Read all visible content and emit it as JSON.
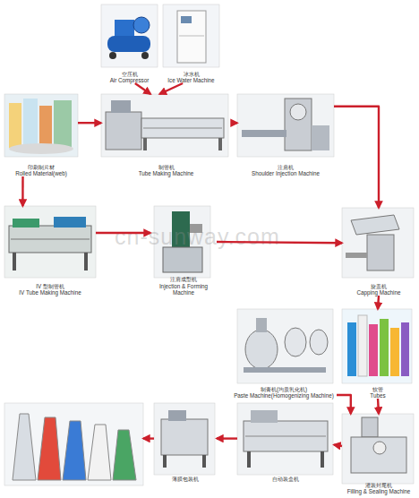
{
  "diagram": {
    "nodes": [
      {
        "text": [
          "空压机",
          "Air Compressor"
        ]
      },
      {
        "text": [
          "冰水机",
          "Ice Water Machine"
        ]
      },
      {
        "text": [
          "印刷制片材",
          "Rolled Material(web)"
        ]
      },
      {
        "text": [
          "制管机",
          "Tube Making Machine"
        ]
      },
      {
        "text": [
          "注肩机",
          "Shoulder Injection Machine"
        ]
      },
      {
        "text": [
          "IV 型制管机",
          "IV Tube Making Machine"
        ]
      },
      {
        "text": [
          "注肩成型机",
          "Injection & Forming Machine"
        ]
      },
      {
        "text": [
          "旋盖机",
          "Capping Machine"
        ]
      },
      {
        "text": [
          "制膏机(均质乳化机)",
          "Paste Machine(Homogenizing Machine)"
        ]
      },
      {
        "text": [
          "软管",
          "Tubes"
        ]
      },
      {
        "text": []
      },
      {
        "text": [
          "薄膜包装机"
        ]
      },
      {
        "text": [
          "自动装盒机"
        ]
      },
      {
        "text": [
          "灌装封尾机",
          "Filling & Sealing Machine"
        ]
      }
    ],
    "edges": [
      {
        "from": 0,
        "to": 3,
        "arrow": "to"
      },
      {
        "from": 1,
        "to": 3,
        "arrow": "to"
      },
      {
        "from": 2,
        "to": 3,
        "arrow": "to"
      },
      {
        "from": 3,
        "to": 4,
        "arrow": "to"
      },
      {
        "from": 4,
        "to": 7,
        "arrow": "to"
      },
      {
        "from": 2,
        "to": 5,
        "arrow": "to"
      },
      {
        "from": 5,
        "to": 6,
        "arrow": "to"
      },
      {
        "from": 6,
        "to": 7,
        "arrow": "to"
      },
      {
        "from": 7,
        "to": 9,
        "arrow": "to"
      },
      {
        "from": 9,
        "to": 13,
        "arrow": "to"
      },
      {
        "from": 8,
        "to": 13,
        "arrow": "to"
      },
      {
        "from": 13,
        "to": 12,
        "arrow": "to"
      },
      {
        "from": 12,
        "to": 11,
        "arrow": "to"
      },
      {
        "from": 11,
        "to": 10,
        "arrow": "to"
      }
    ],
    "labels": [
      "cn-sunway.com"
    ]
  }
}
